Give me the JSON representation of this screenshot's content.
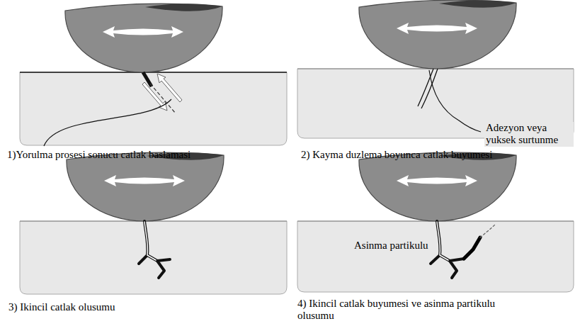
{
  "diagram": {
    "labels": [
      "1)Yorulma prosesi sonucu catlak baslamasi",
      "2) Kayma duzlemə boyunca catlak buyumesi",
      "Adezyon veya yuksek surtunme",
      "3) Ikincil catlak olusumu",
      "4) Ikincil catlak buyumesi ve asinma partikulu olusumu",
      "Asinma partikulu"
    ]
  }
}
